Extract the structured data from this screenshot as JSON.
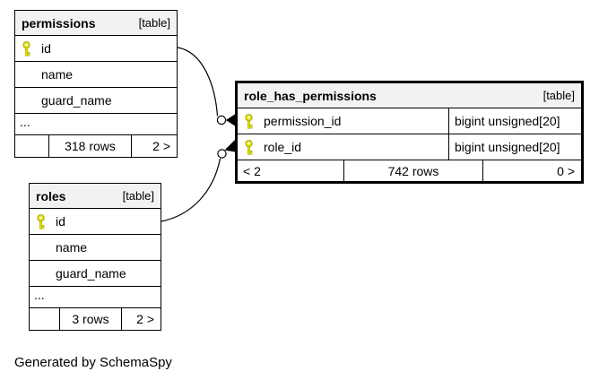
{
  "tables": {
    "permissions": {
      "name": "permissions",
      "tag": "[table]",
      "columns": [
        {
          "name": "id",
          "pk": true
        },
        {
          "name": "name",
          "pk": false
        },
        {
          "name": "guard_name",
          "pk": false
        }
      ],
      "more": "...",
      "footer": {
        "left": "",
        "center": "318 rows",
        "right": "2 >"
      }
    },
    "role_has_permissions": {
      "name": "role_has_permissions",
      "tag": "[table]",
      "columns": [
        {
          "name": "permission_id",
          "type": "bigint unsigned[20]",
          "pk": true
        },
        {
          "name": "role_id",
          "type": "bigint unsigned[20]",
          "pk": true
        }
      ],
      "footer": {
        "left": "< 2",
        "center": "742 rows",
        "right": "0 >"
      }
    },
    "roles": {
      "name": "roles",
      "tag": "[table]",
      "columns": [
        {
          "name": "id",
          "pk": true
        },
        {
          "name": "name",
          "pk": false
        },
        {
          "name": "guard_name",
          "pk": false
        }
      ],
      "more": "...",
      "footer": {
        "left": "",
        "center": "3 rows",
        "right": "2 >"
      }
    }
  },
  "icons": {
    "primary_key": "key-icon"
  },
  "colors": {
    "key_icon": "#e3e40e",
    "key_icon_outline": "#a8a800",
    "header_bg": "#f2f2f2",
    "border": "#000000"
  },
  "footer_note": "Generated by SchemaSpy"
}
